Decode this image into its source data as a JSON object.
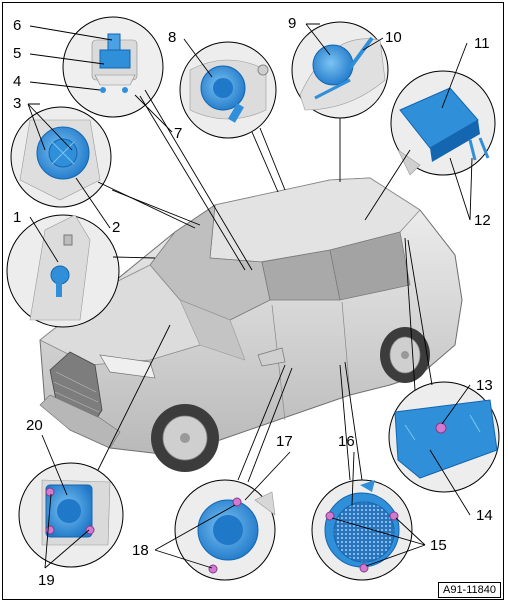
{
  "figure_ref": "A91-11840",
  "callouts": [
    "1",
    "2",
    "3",
    "4",
    "5",
    "6",
    "7",
    "8",
    "9",
    "10",
    "11",
    "12",
    "13",
    "14",
    "15",
    "16",
    "17",
    "18",
    "19",
    "20"
  ],
  "colors": {
    "component_blue": "#2f8fd8",
    "component_blue_dark": "#1466b0",
    "vehicle_gray": "#d2d2d2",
    "vehicle_shade": "#a8a8a8",
    "detail_background": "#ececec",
    "fastener_pink": "#d07ad0",
    "line": "#000000"
  }
}
